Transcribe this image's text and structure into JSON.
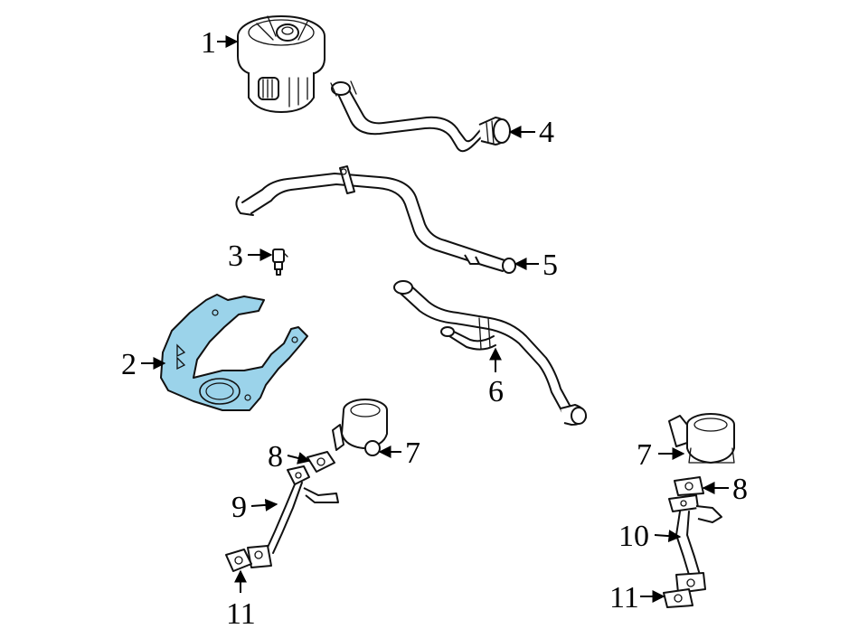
{
  "highlight_color": "#9bd3ea",
  "line_color": "#111111",
  "callouts": {
    "c1": "1",
    "c2": "2",
    "c3": "3",
    "c4": "4",
    "c5": "5",
    "c6": "6",
    "c7a": "7",
    "c7b": "7",
    "c8a": "8",
    "c8b": "8",
    "c9": "9",
    "c10": "10",
    "c11a": "11",
    "c11b": "11"
  }
}
